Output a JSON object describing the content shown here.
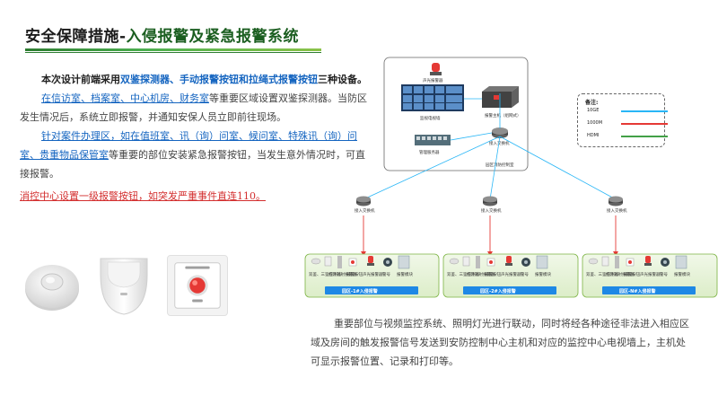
{
  "title": {
    "prefix": "安全保障措施-",
    "highlight": "入侵报警及紧急报警系统"
  },
  "intro": {
    "p1_lead": "本次设计前端采用",
    "p1_devices": "双鉴探测器、手动报警按钮和拉绳式报警按钮",
    "p1_tail": "三种设备。",
    "p2_areas": "在信访室、档案室、中心机房、财务室",
    "p2_tail": "等重要区域设置双鉴探测器。当防区发生情况后，系统立即报警，并通知安保人员立即前往现场。",
    "p3_areas": "针对案件办理区，如在值班室、讯（询）问室、候问室、特殊讯（询）问室、贵重物品保管室",
    "p3_tail": "等重要的部位安装紧急报警按钮，当发生意外情况时，可直接报警。",
    "p4": "消控中心设置一级报警按钮，如突发严重事件直连110。"
  },
  "photos": [
    "ceiling-dual-detector",
    "wall-dual-detector",
    "emergency-button"
  ],
  "diagram": {
    "center_labels": {
      "strobe": "声光报警器",
      "video_wall": "监视电视墙",
      "host": "报警主机（组网式）",
      "workstation": "管理服务器",
      "core_switch": "接入交换机",
      "center_room": "园区消防控制室"
    },
    "access_switch_label": "接入交换机",
    "zones": [
      {
        "label": "园区-1#入侵报警"
      },
      {
        "label": "园区-2#入侵报警"
      },
      {
        "label": "园区-N#入侵报警"
      }
    ],
    "zone_devices": [
      "双鉴、三鉴探测器",
      "红外对射报警器",
      "报警按钮",
      "声光报警器",
      "警号",
      "报警模块"
    ],
    "legend": {
      "title": "备注:",
      "items": [
        {
          "label": "10GE",
          "color": "#29b6f6"
        },
        {
          "label": "1000M",
          "color": "#e53935"
        },
        {
          "label": "HDMI",
          "color": "#43a047"
        }
      ]
    }
  },
  "bottom": "重要部位与视频监控系统、照明灯光进行联动，同时将经各种途径非法进入相应区域及房间的触发报警信号发送到安防控制中心主机和对应的监控中心电视墙上，主机处可显示报警位置、记录和打印等。"
}
